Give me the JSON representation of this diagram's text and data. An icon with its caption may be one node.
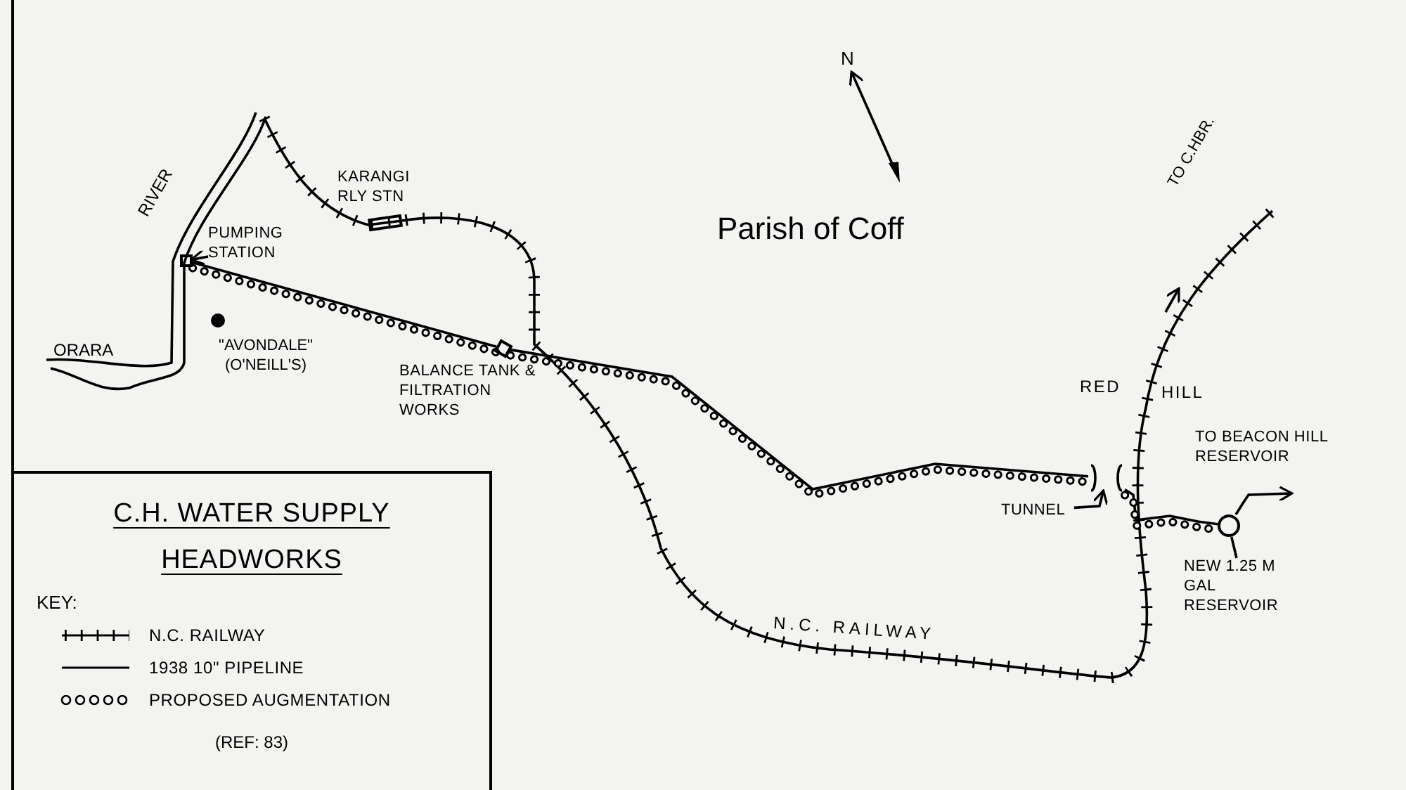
{
  "diagram": {
    "title": "C.H. WATER SUPPLY HEADWORKS",
    "nodes": [
      {
        "text": [
          "PUMPING STATION"
        ]
      },
      {
        "text": [],
        "shape": "box"
      },
      {
        "text": [],
        "shape": "box",
        "beside": [
          "BALANCE TANK & FILTRATION WORKS"
        ]
      },
      {
        "text": [],
        "shape": "box",
        "beside": [
          "KARANGI RLY STN"
        ]
      },
      {
        "text": [
          "TUNNEL"
        ]
      },
      {
        "text": [],
        "shape": "bar"
      },
      {
        "text": [
          "NEW 1.25 M GAL RESERVOIR"
        ]
      },
      {
        "text": [],
        "shape": "circle"
      }
    ],
    "edges": [
      {
        "from": 0,
        "to": 1,
        "arrow": "to"
      },
      {
        "from": 1,
        "to": 2,
        "arrow": "none"
      },
      {
        "from": 2,
        "to": 5,
        "arrow": "none"
      },
      {
        "from": 5,
        "to": 7,
        "arrow": "none"
      },
      {
        "from": 4,
        "to": 5,
        "arrow": "to"
      },
      {
        "from": 6,
        "to": 7,
        "arrow": "none"
      },
      {
        "from": 7,
        "to": null,
        "arrow": "to",
        "label": "TO BEACON HILL RESERVOIR"
      }
    ],
    "labels": [
      "N",
      "Parish of Coff",
      "RIVER",
      "ORARA",
      "\"AVONDALE\" (O'NEILL'S)",
      "TO C.HBR.",
      "RED",
      "HILL",
      "N.C. RAILWAY",
      "KEY:",
      "(REF: 83)"
    ],
    "legend": [
      {
        "text": "N.C. RAILWAY"
      },
      {
        "text": "1938 10\" PIPELINE"
      },
      {
        "text": "PROPOSED AUGMENTATION"
      }
    ]
  }
}
